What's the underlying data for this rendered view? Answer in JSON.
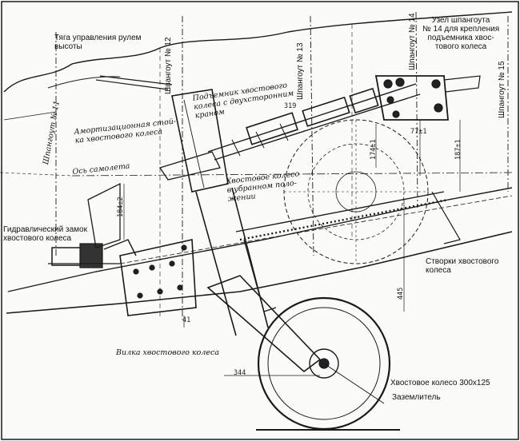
{
  "labels": {
    "elevator_rod": "Тяга управления рулем\nвысоты",
    "frame12": "Шпангоут № 12",
    "frame13": "Шпангоут № 13",
    "frame14": "Шпангоут № 14",
    "frame15": "Шпангоут № 15",
    "frame11": "Шпангоут № 11",
    "frame14_node": "Узел шпангоута\n№ 14 для крепления\nподъемника хвос-\nтового колеса",
    "lift_cylinder": "Подъемник хвостового\nколеса с двухсторонним\nкраном",
    "shock_strut": "Амортизационная стой-\nка хвостового колеса",
    "aircraft_axis": "Ось самолета",
    "retracted_wheel": "Хвостовое колесо\nв убранном поло-\nжении",
    "hydraulic_lock": "Гидравлический замок\nхвостового колеса",
    "tail_doors": "Створки хвостового\nколеса",
    "tail_fork": "Вилка хвостового колеса",
    "tail_wheel": "Хвостовое колесо 300х125",
    "static_discharger": "Заземлитель"
  },
  "dimensions": {
    "d319": "319",
    "d77": "77±1",
    "d187": "187±1",
    "d174": "174±1",
    "d184": "184±2",
    "d445": "445",
    "d41": "41",
    "d344": "344"
  }
}
